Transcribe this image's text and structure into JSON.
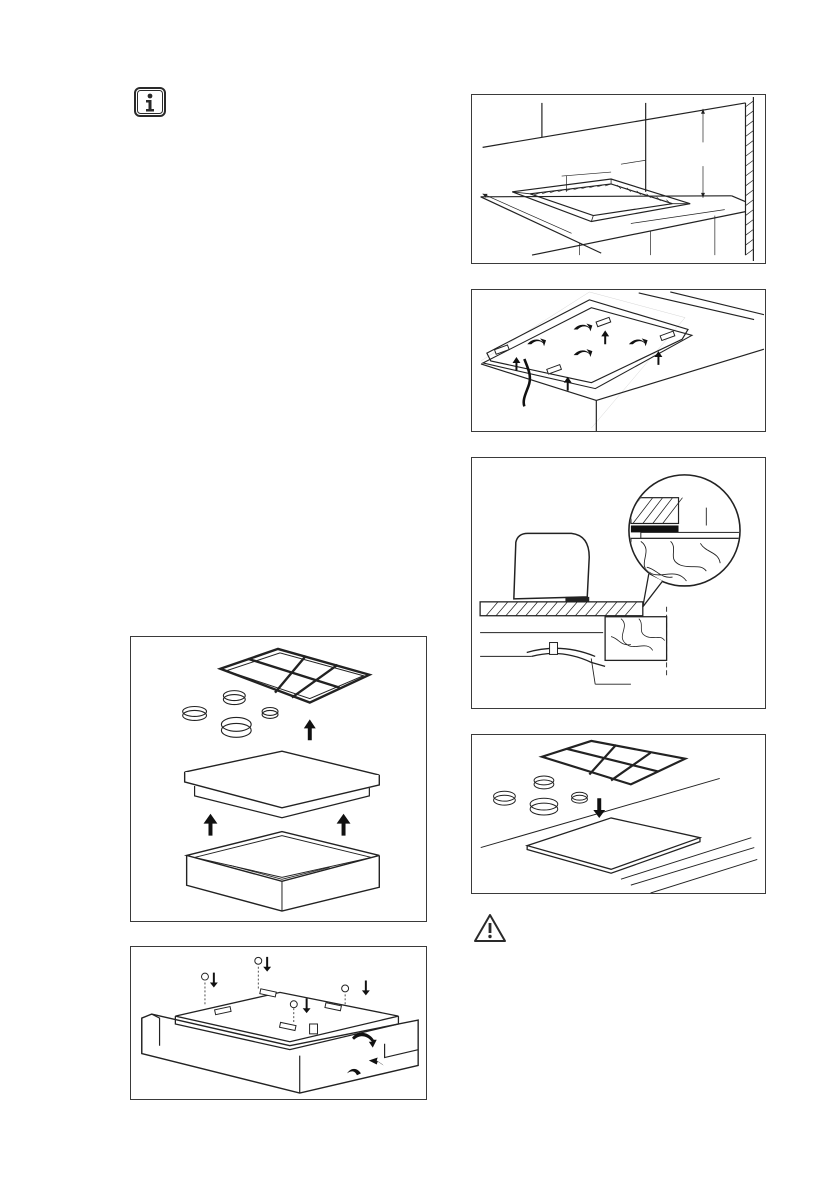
{
  "page": {
    "info_icon": "info-icon",
    "warning_icon": "warning-triangle-icon"
  },
  "figures": [
    {
      "name": "cutout-dimensions-figure"
    },
    {
      "name": "seal-strip-figure"
    },
    {
      "name": "gasket-cross-section-figure"
    },
    {
      "name": "place-hob-figure"
    },
    {
      "name": "hob-box-assembly-figure"
    },
    {
      "name": "box-screw-fixing-figure"
    }
  ]
}
